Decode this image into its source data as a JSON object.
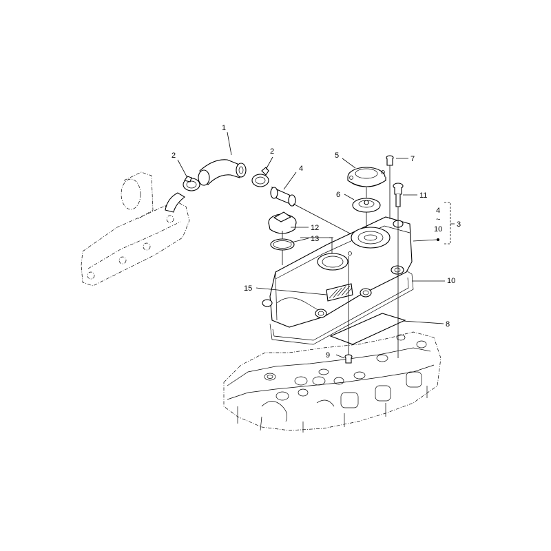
{
  "diagram": {
    "callouts": [
      {
        "id": "c1",
        "text": "1"
      },
      {
        "id": "c2a",
        "text": "2"
      },
      {
        "id": "c2b",
        "text": "2"
      },
      {
        "id": "c3",
        "text": "3"
      },
      {
        "id": "c4",
        "text": "4"
      },
      {
        "id": "c4b",
        "text": "4"
      },
      {
        "id": "c5",
        "text": "5"
      },
      {
        "id": "c6",
        "text": "6"
      },
      {
        "id": "c7",
        "text": "7"
      },
      {
        "id": "c8",
        "text": "8"
      },
      {
        "id": "c9",
        "text": "9"
      },
      {
        "id": "c10",
        "text": "10"
      },
      {
        "id": "c10b",
        "text": "10"
      },
      {
        "id": "c11",
        "text": "11"
      },
      {
        "id": "c12",
        "text": "12"
      },
      {
        "id": "c13",
        "text": "13"
      },
      {
        "id": "c15",
        "text": "15"
      }
    ],
    "range_symbol": "~"
  }
}
